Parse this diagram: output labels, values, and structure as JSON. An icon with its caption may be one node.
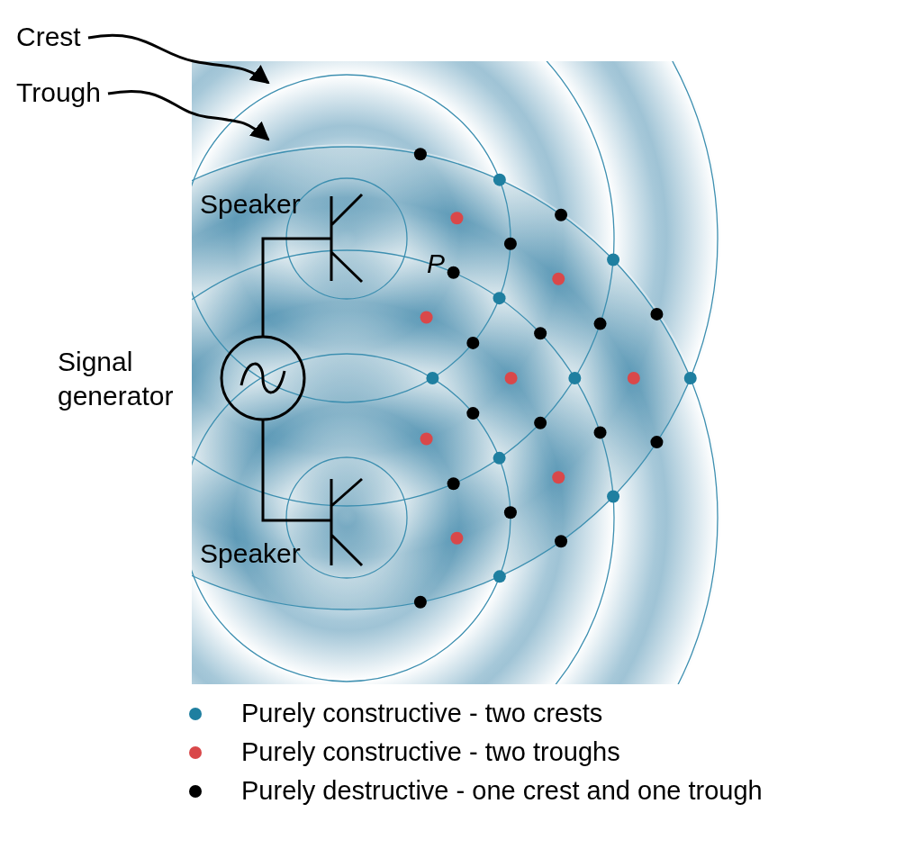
{
  "diagram": {
    "nodes": [
      {
        "text": [
          "Crest"
        ]
      },
      {
        "text": [
          "Trough"
        ]
      }
    ],
    "edges": [
      {
        "from": 0,
        "to": null,
        "arrow": "to"
      },
      {
        "from": 1,
        "to": null,
        "arrow": "to"
      }
    ],
    "labels": [
      "Speaker",
      "P",
      "Signal generator",
      "Speaker"
    ],
    "legend": [
      {
        "text": "Purely constructive - two crests",
        "color": "#1f7fa0"
      },
      {
        "text": "Purely constructive - two troughs",
        "color": "#d9484a"
      },
      {
        "text": "Purely destructive - one crest and one trough",
        "color": "#000000"
      }
    ]
  }
}
